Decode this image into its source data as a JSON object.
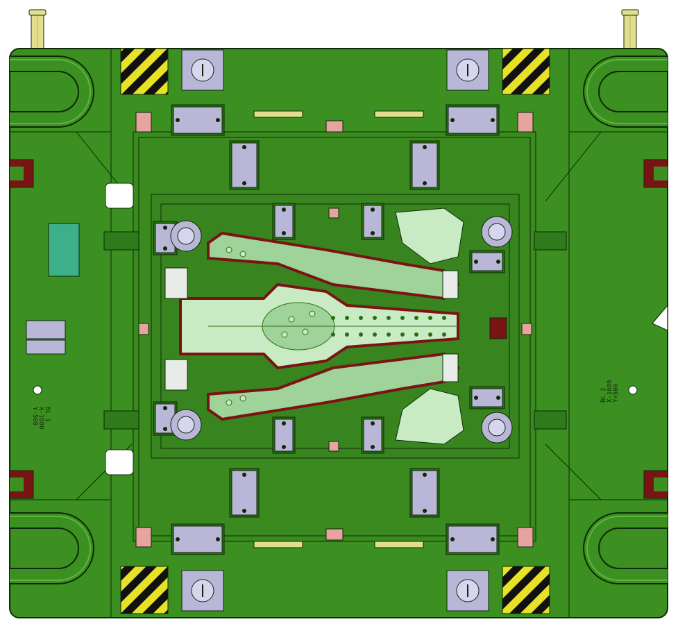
{
  "labels": {
    "left_datum": [
      "BL 1",
      "X-1600",
      "Y-500"
    ],
    "right_datum": [
      "BL 2",
      "X-1600",
      "Y+500"
    ]
  },
  "colors": {
    "plate": "#3c8f21",
    "plate_dark": "#2a6d15",
    "edge": "#0d2a06",
    "part": "#9fd39a",
    "part_light": "#c9ebc3",
    "trim": "#7a1414",
    "pad": "#b9b6d8",
    "hazard_yellow": "#e8e226",
    "hazard_black": "#111111",
    "pin": "#e3dd8e",
    "pin_steel": "#c8c8e4",
    "marker": "#e6a3a0",
    "cyan_pad": "#3db08a"
  }
}
